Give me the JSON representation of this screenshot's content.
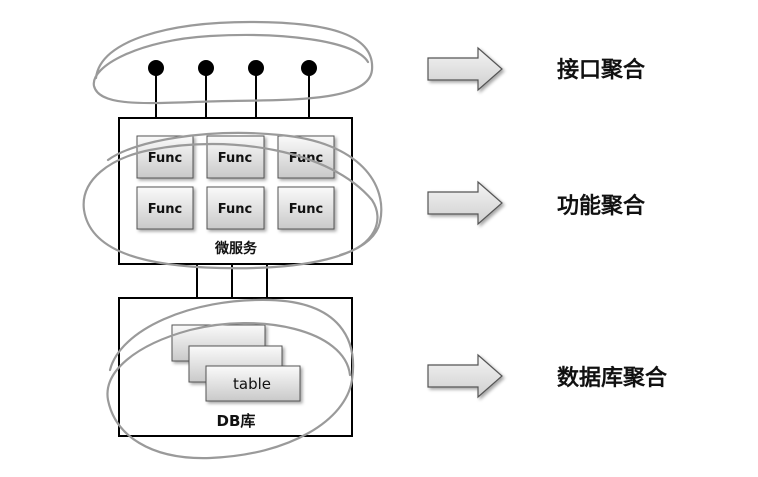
{
  "diagram": {
    "func_label": "Func",
    "microservice_label": "微服务",
    "db_label": "DB库",
    "table_label": "table",
    "aggregation_labels": {
      "interface": "接口聚合",
      "function": "功能聚合",
      "data": "数据库聚合"
    }
  }
}
